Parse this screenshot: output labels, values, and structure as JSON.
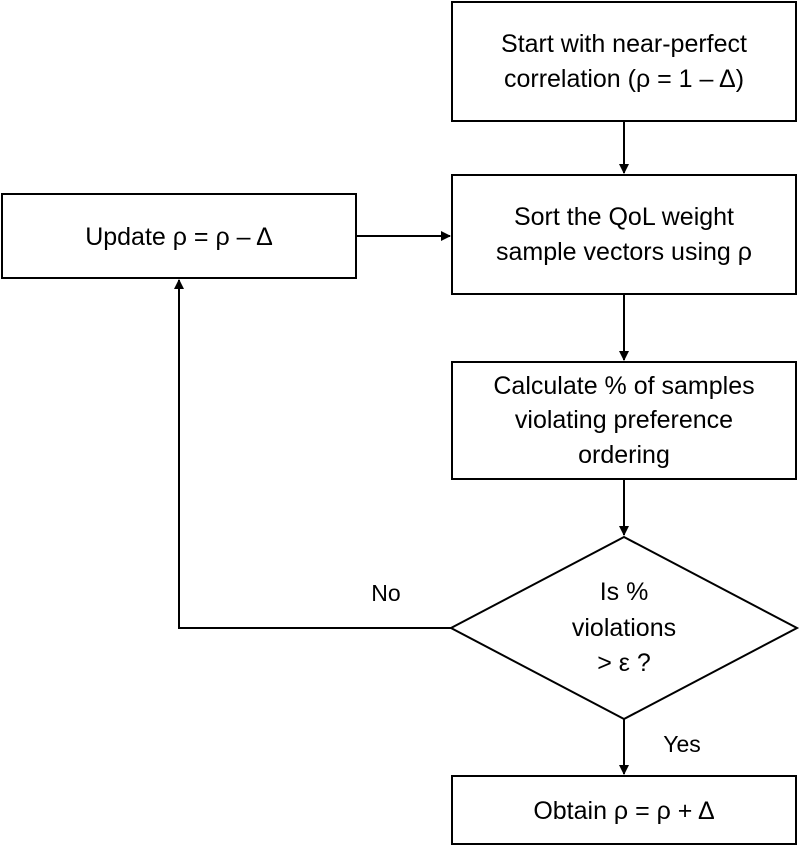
{
  "nodes": {
    "start": [
      "Start with near-perfect",
      "correlation (ρ = 1 – Δ)"
    ],
    "sort": [
      "Sort the QoL weight",
      "sample vectors using ρ"
    ],
    "calculate": [
      "Calculate % of samples",
      "violating preference",
      "ordering"
    ],
    "decision": [
      "Is %",
      "violations",
      "> ε ?"
    ],
    "update": [
      "Update ρ = ρ – Δ"
    ],
    "obtain": [
      "Obtain ρ = ρ + Δ"
    ]
  },
  "edges": {
    "no_label": "No",
    "yes_label": "Yes"
  },
  "colors": {
    "stroke": "#000000",
    "fill": "#ffffff",
    "text": "#000000"
  }
}
